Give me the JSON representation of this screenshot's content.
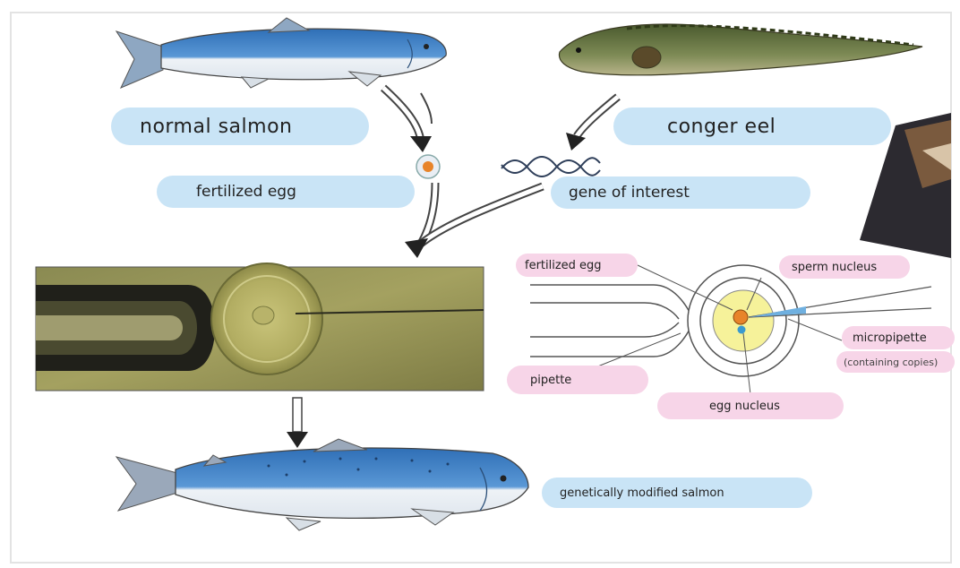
{
  "labels": {
    "normal_salmon": "normal salmon",
    "conger_eel": "conger eel",
    "fertilized_egg": "fertilized egg",
    "gene_of_interest": "gene of interest",
    "gm_salmon": "genetically modified salmon"
  },
  "injection_diagram": {
    "fertilized_egg": "fertilized egg",
    "sperm_nucleus": "sperm nucleus",
    "micropipette": "micropipette",
    "micropipette_note": "(containing copies)",
    "pipette": "pipette",
    "egg_nucleus": "egg nucleus"
  },
  "colors": {
    "label_blue": "#c9e4f6",
    "label_pink": "#f7d5e8",
    "salmon_back": "#3f7fc2",
    "yolk": "#f6f29a",
    "nucleus_orange": "#e8842a"
  }
}
